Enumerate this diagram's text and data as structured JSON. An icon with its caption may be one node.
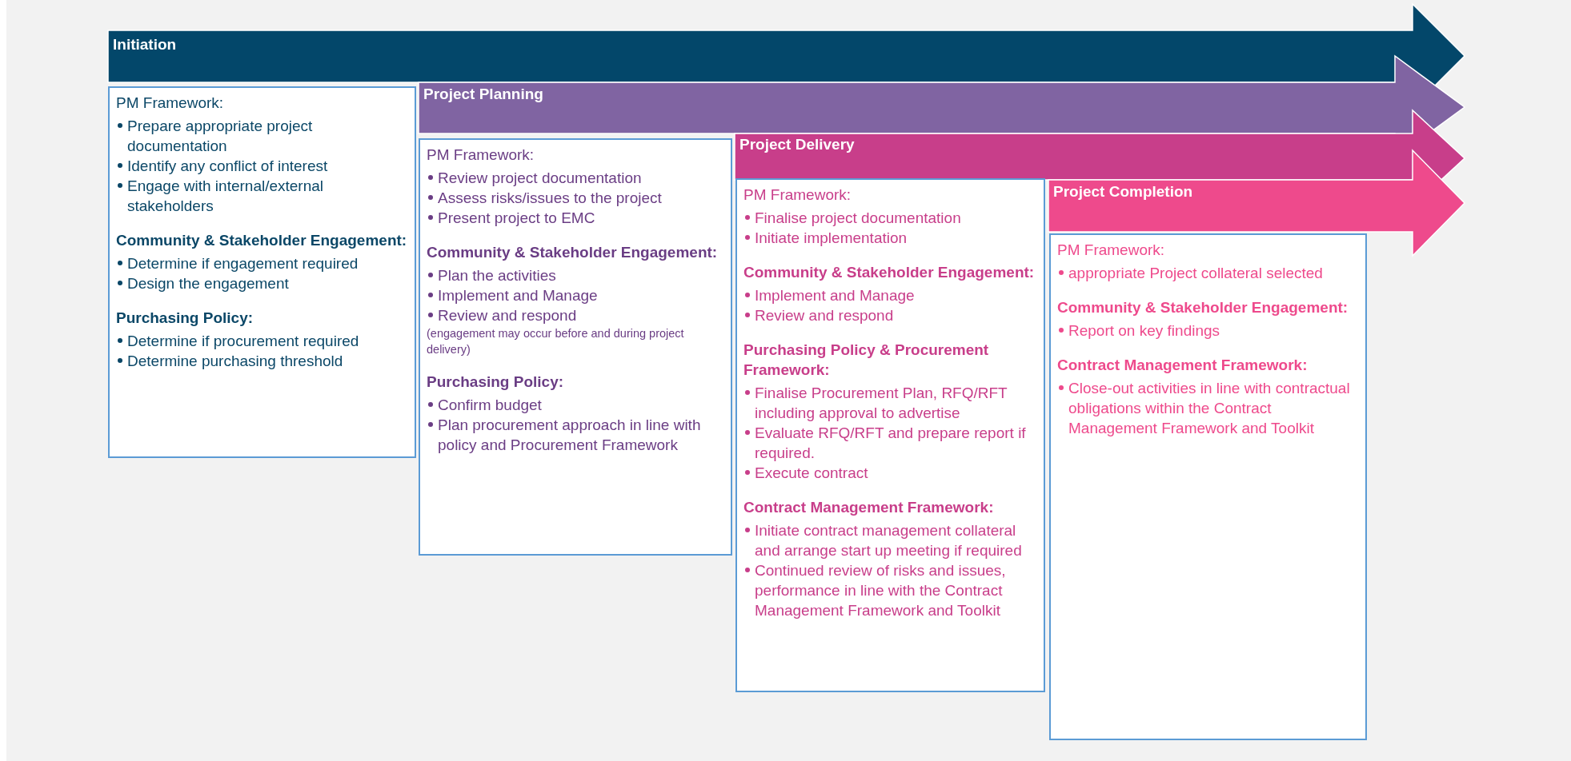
{
  "diagram": {
    "nodes": [
      {
        "text": [
          "Initiation"
        ]
      },
      {
        "text": [
          "Project Planning"
        ]
      },
      {
        "text": [
          "Project Delivery"
        ]
      },
      {
        "text": [
          "Project Completion"
        ]
      },
      {
        "text": [
          "PM Framework:",
          "Prepare appropriate project documentation",
          "Identify any conflict of interest",
          "Engage with internal/external stakeholders",
          "**Community & Stakeholder Engagement**:",
          "Determine if engagement required",
          "Design the engagement",
          "Purchasing Policy:",
          "Determine if procurement required",
          "Determine purchasing threshold"
        ]
      },
      {
        "text": [
          "PM Framework:",
          "Review project documentation",
          "Assess risks/issues to the project",
          "Present project to EMC",
          "Community & Stakeholder Engagement:",
          "Plan the activities",
          "Implement and Manage",
          "Review and respond",
          "(engagement may occur before and during project delivery)",
          "Purchasing Policy:",
          "Confirm budget",
          "Plan procurement approach in line with policy and Procurement Framework"
        ]
      },
      {
        "text": [
          "PM Framework:",
          "Finalise project documentation",
          "Initiate implementation",
          "Community & Stakeholder Engagement:",
          "Implement and Manage",
          "Review and respond",
          "Purchasing Policy & Procurement Framework:",
          "Finalise Procurement Plan, RFQ/RFT including approval to advertise",
          "Evaluate RFQ/RFT and prepare report if required.",
          "Execute contract",
          "Contract Management Framework:",
          "Initiate contract management collateral and arrange start up meeting if required",
          "Continued review of risks and issues, performance in line with the Contract Management Framework and Toolkit"
        ]
      },
      {
        "text": [
          "PM Framework:",
          "appropriate Project collateral selected",
          "Community & Stakeholder Engagement:",
          "Report on key findings",
          "Contract Management Framework:",
          "Close-out activities in line with contractual obligations within the Contract Management Framework and Toolkit"
        ]
      }
    ]
  }
}
